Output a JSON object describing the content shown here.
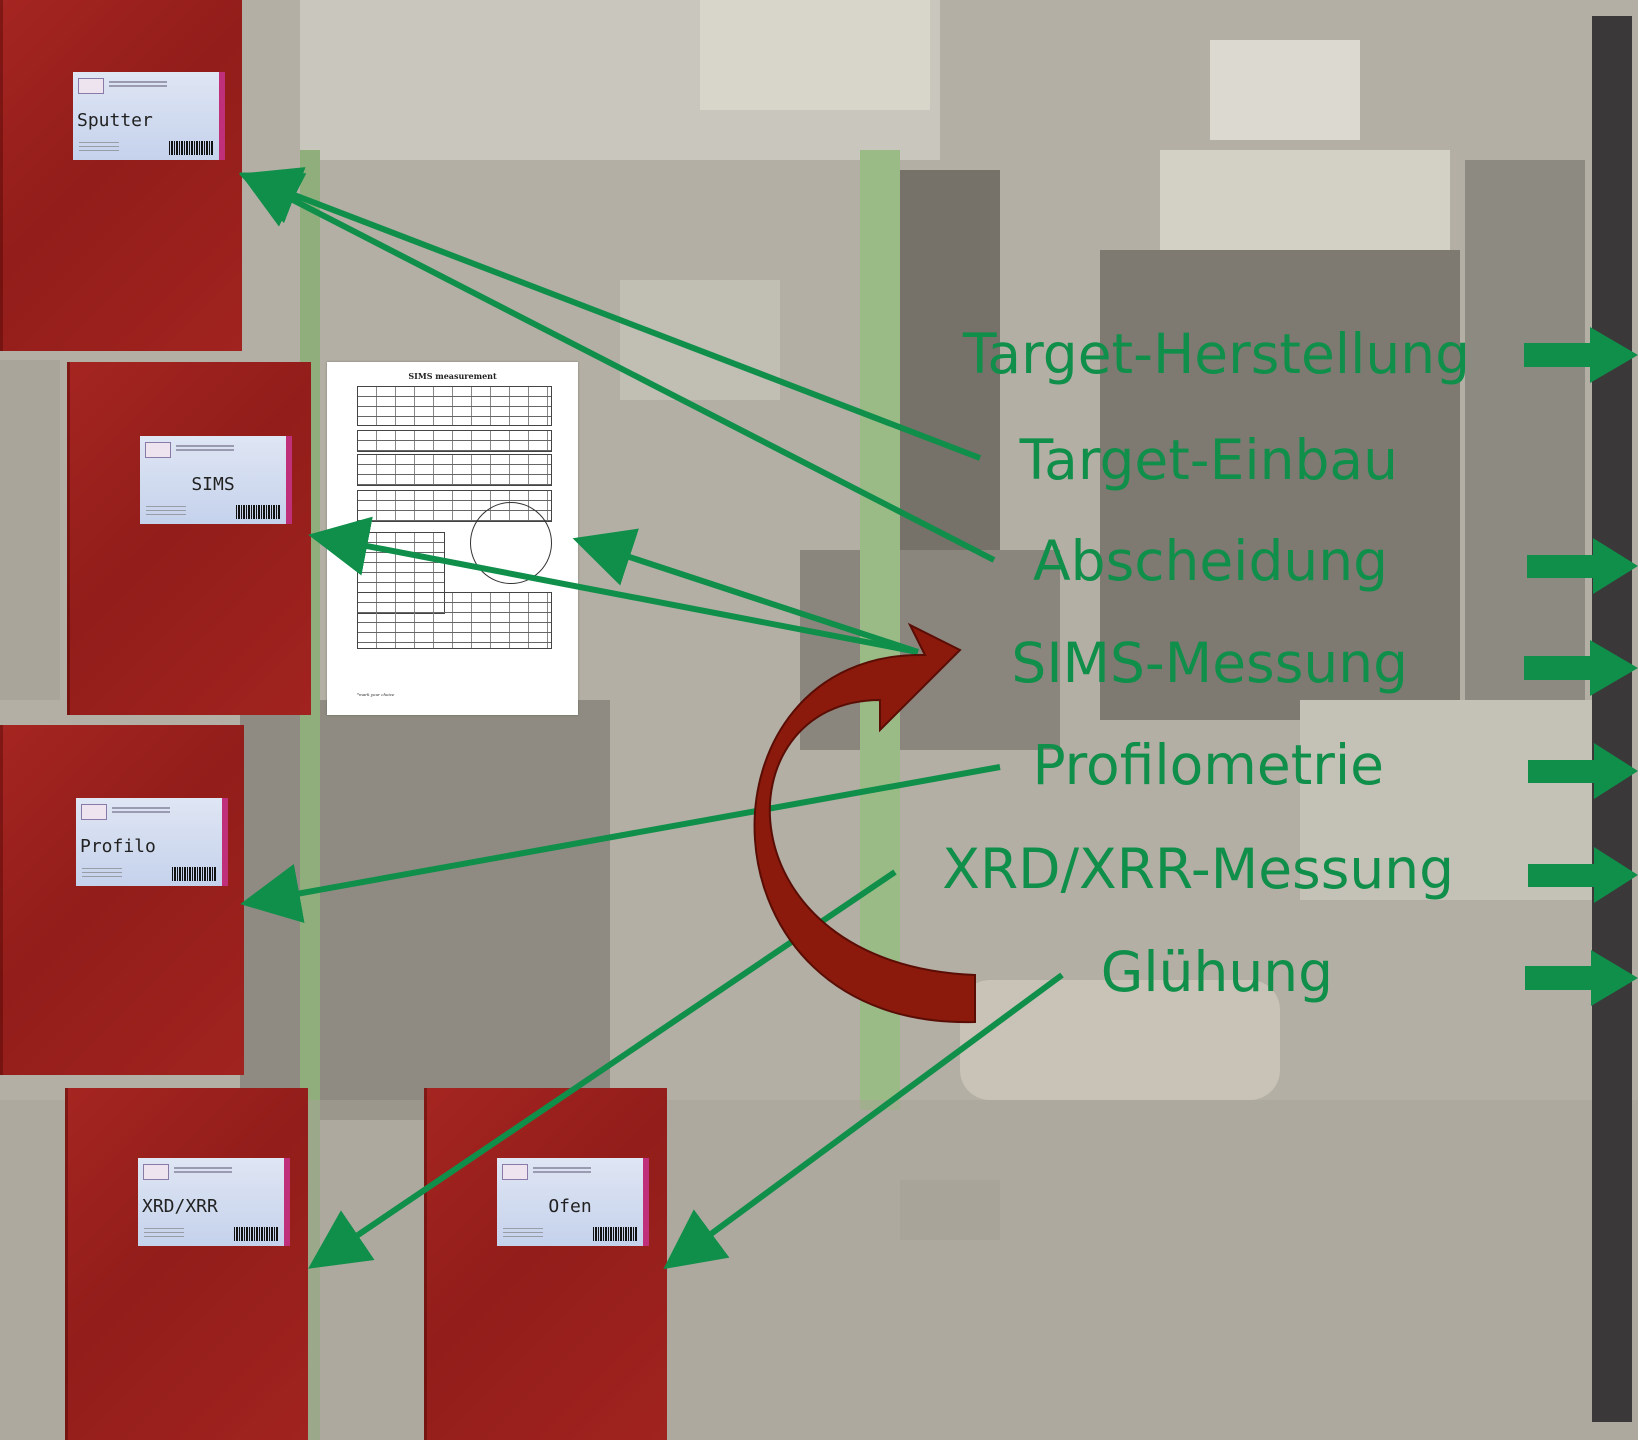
{
  "notebooks": [
    {
      "id": "sputter",
      "label": "Sputter"
    },
    {
      "id": "sims",
      "label": "SIMS"
    },
    {
      "id": "profilo",
      "label": "Profilo"
    },
    {
      "id": "xrd",
      "label": "XRD/XRR"
    },
    {
      "id": "ofen",
      "label": "Ofen"
    }
  ],
  "sheet": {
    "title": "SIMS measurement",
    "footnote": "*mark your choice"
  },
  "steps": [
    {
      "label": "Target-Herstellung",
      "has_arrow": true
    },
    {
      "label": "Target-Einbau",
      "has_arrow": false
    },
    {
      "label": "Abscheidung",
      "has_arrow": true
    },
    {
      "label": "SIMS-Messung",
      "has_arrow": true
    },
    {
      "label": "Profilometrie",
      "has_arrow": true
    },
    {
      "label": "XRD/XRR-Messung",
      "has_arrow": true
    },
    {
      "label": "Glühung",
      "has_arrow": true
    }
  ],
  "colors": {
    "label_text": "#0f8f4a",
    "connector": "#0f8f4a",
    "loop_arrow": "#8b1a0c",
    "notebook_cover": "#a02320",
    "photo_bg": "#b5b1a6"
  }
}
